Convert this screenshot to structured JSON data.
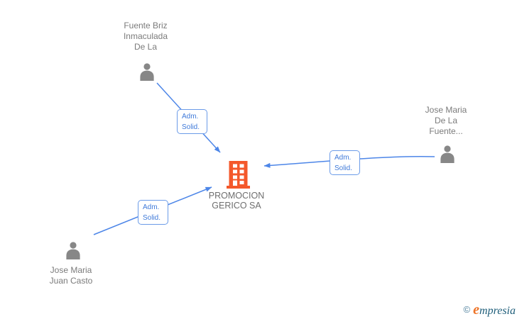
{
  "diagram": {
    "company": {
      "name_lines": [
        "PROMOCION",
        "GERICO SA"
      ]
    },
    "persons": [
      {
        "name_lines": [
          "Fuente Briz",
          "Inmaculada",
          "De La"
        ]
      },
      {
        "name_lines": [
          "Jose Maria",
          "De La",
          "Fuente..."
        ]
      },
      {
        "name_lines": [
          "Jose Maria",
          "Juan Casto"
        ]
      }
    ],
    "edges": [
      {
        "label_line1": "Adm.",
        "label_line2": "Solid."
      },
      {
        "label_line1": "Adm.",
        "label_line2": "Solid."
      },
      {
        "label_line1": "Adm.",
        "label_line2": "Solid."
      }
    ],
    "colors": {
      "edge_blue": "#4d86e8",
      "label_text_blue": "#3f7ad9",
      "company_orange": "#f4582b",
      "person_gray": "#878787",
      "text_gray": "#7b7b7b"
    }
  },
  "watermark": {
    "copyright": "©",
    "brand_initial": "e",
    "brand_rest": "mpresia"
  }
}
